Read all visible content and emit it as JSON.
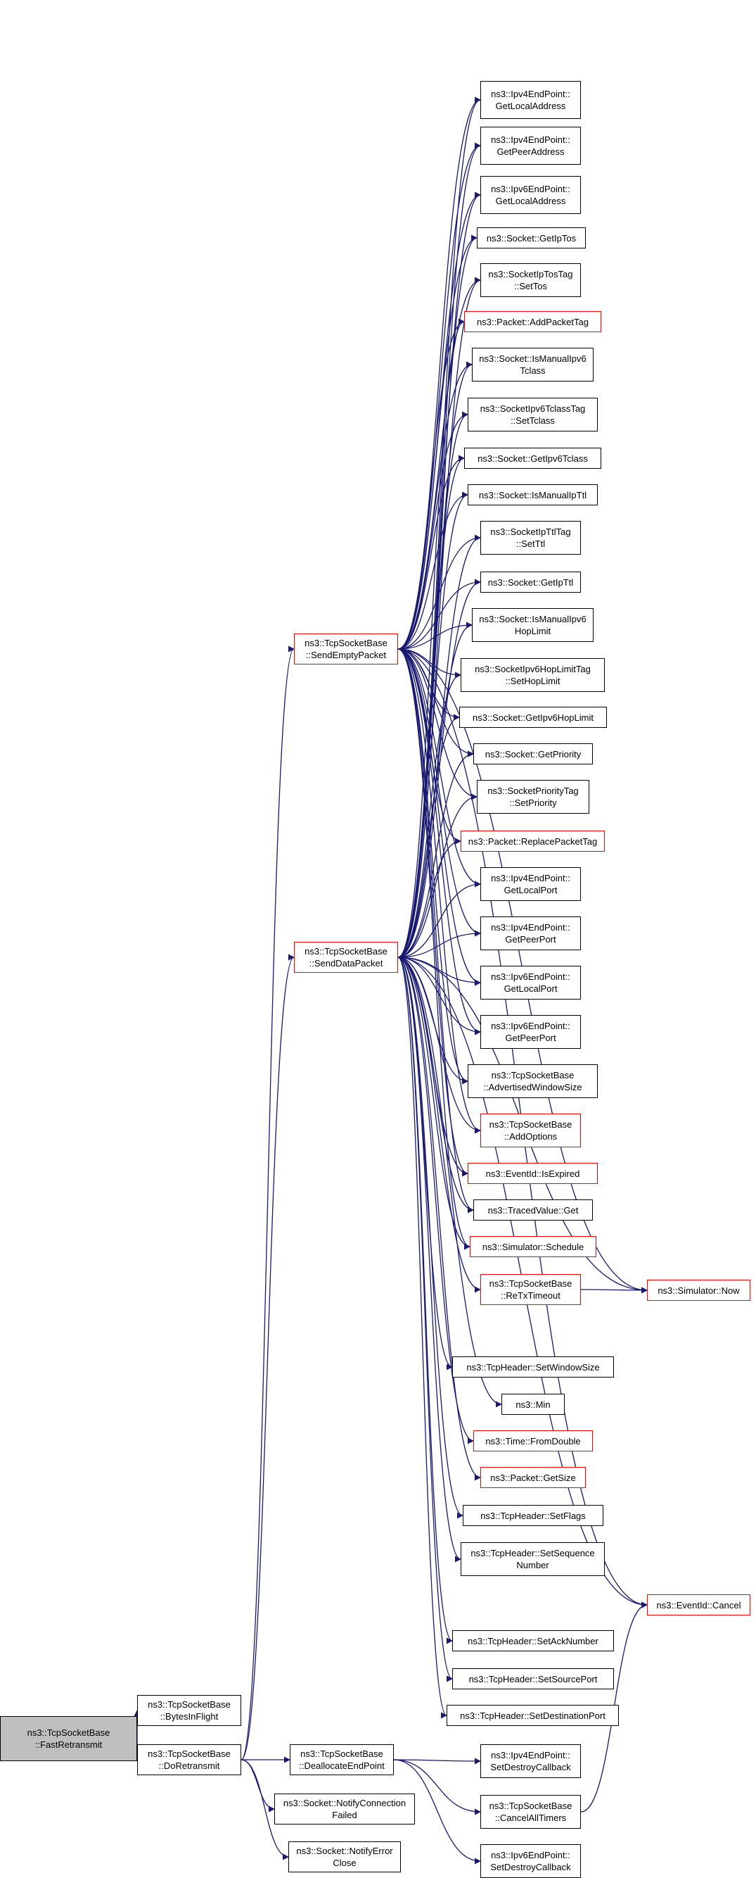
{
  "graph": {
    "edge_color": "#191970",
    "nodes": [
      {
        "id": "fastretx",
        "lines": [
          "ns3::TcpSocketBase",
          "::FastRetransmit"
        ],
        "style": "root"
      },
      {
        "id": "bytesinflight",
        "lines": [
          "ns3::TcpSocketBase",
          "::BytesInFlight"
        ],
        "style": "normal"
      },
      {
        "id": "doretx",
        "lines": [
          "ns3::TcpSocketBase",
          "::DoRetransmit"
        ],
        "style": "normal"
      },
      {
        "id": "sendempty",
        "lines": [
          "ns3::TcpSocketBase",
          "::SendEmptyPacket"
        ],
        "style": "red"
      },
      {
        "id": "senddata",
        "lines": [
          "ns3::TcpSocketBase",
          "::SendDataPacket"
        ],
        "style": "red"
      },
      {
        "id": "dealloc",
        "lines": [
          "ns3::TcpSocketBase",
          "::DeallocateEndPoint"
        ],
        "style": "normal"
      },
      {
        "id": "notifyconnfail",
        "lines": [
          "ns3::Socket::NotifyConnection",
          "Failed"
        ],
        "style": "normal"
      },
      {
        "id": "notifyerr",
        "lines": [
          "ns3::Socket::NotifyError",
          "Close"
        ],
        "style": "normal"
      },
      {
        "id": "ipv4localaddr",
        "lines": [
          "ns3::Ipv4EndPoint::",
          "GetLocalAddress"
        ],
        "style": "normal"
      },
      {
        "id": "ipv4peeraddr",
        "lines": [
          "ns3::Ipv4EndPoint::",
          "GetPeerAddress"
        ],
        "style": "normal"
      },
      {
        "id": "ipv6localaddr",
        "lines": [
          "ns3::Ipv6EndPoint::",
          "GetLocalAddress"
        ],
        "style": "normal"
      },
      {
        "id": "getiptos",
        "lines": [
          "ns3::Socket::GetIpTos"
        ],
        "style": "normal"
      },
      {
        "id": "settos",
        "lines": [
          "ns3::SocketIpTosTag",
          "::SetTos"
        ],
        "style": "normal"
      },
      {
        "id": "addpackettag",
        "lines": [
          "ns3::Packet::AddPacketTag"
        ],
        "style": "red"
      },
      {
        "id": "ismanualv6tclass",
        "lines": [
          "ns3::Socket::IsManualIpv6",
          "Tclass"
        ],
        "style": "normal"
      },
      {
        "id": "settclass",
        "lines": [
          "ns3::SocketIpv6TclassTag",
          "::SetTclass"
        ],
        "style": "normal"
      },
      {
        "id": "getv6tclass",
        "lines": [
          "ns3::Socket::GetIpv6Tclass"
        ],
        "style": "normal"
      },
      {
        "id": "ismanualipttl",
        "lines": [
          "ns3::Socket::IsManualIpTtl"
        ],
        "style": "normal"
      },
      {
        "id": "setttl",
        "lines": [
          "ns3::SocketIpTtlTag",
          "::SetTtl"
        ],
        "style": "normal"
      },
      {
        "id": "getipttl",
        "lines": [
          "ns3::Socket::GetIpTtl"
        ],
        "style": "normal"
      },
      {
        "id": "ismanualv6hop",
        "lines": [
          "ns3::Socket::IsManualIpv6",
          "HopLimit"
        ],
        "style": "normal"
      },
      {
        "id": "sethoplimit",
        "lines": [
          "ns3::SocketIpv6HopLimitTag",
          "::SetHopLimit"
        ],
        "style": "normal"
      },
      {
        "id": "getv6hop",
        "lines": [
          "ns3::Socket::GetIpv6HopLimit"
        ],
        "style": "normal"
      },
      {
        "id": "getpriority",
        "lines": [
          "ns3::Socket::GetPriority"
        ],
        "style": "normal"
      },
      {
        "id": "setpriority",
        "lines": [
          "ns3::SocketPriorityTag",
          "::SetPriority"
        ],
        "style": "normal"
      },
      {
        "id": "replacepackettag",
        "lines": [
          "ns3::Packet::ReplacePacketTag"
        ],
        "style": "red"
      },
      {
        "id": "ipv4localport",
        "lines": [
          "ns3::Ipv4EndPoint::",
          "GetLocalPort"
        ],
        "style": "normal"
      },
      {
        "id": "ipv4peerport",
        "lines": [
          "ns3::Ipv4EndPoint::",
          "GetPeerPort"
        ],
        "style": "normal"
      },
      {
        "id": "ipv6localport",
        "lines": [
          "ns3::Ipv6EndPoint::",
          "GetLocalPort"
        ],
        "style": "normal"
      },
      {
        "id": "ipv6peerport",
        "lines": [
          "ns3::Ipv6EndPoint::",
          "GetPeerPort"
        ],
        "style": "normal"
      },
      {
        "id": "advwin",
        "lines": [
          "ns3::TcpSocketBase",
          "::AdvertisedWindowSize"
        ],
        "style": "normal"
      },
      {
        "id": "addoptions",
        "lines": [
          "ns3::TcpSocketBase",
          "::AddOptions"
        ],
        "style": "red"
      },
      {
        "id": "isexpired",
        "lines": [
          "ns3::EventId::IsExpired"
        ],
        "style": "red"
      },
      {
        "id": "tracedget",
        "lines": [
          "ns3::TracedValue::Get"
        ],
        "style": "normal"
      },
      {
        "id": "schedule",
        "lines": [
          "ns3::Simulator::Schedule"
        ],
        "style": "red"
      },
      {
        "id": "rtxtimeout",
        "lines": [
          "ns3::TcpSocketBase",
          "::ReTxTimeout"
        ],
        "style": "red"
      },
      {
        "id": "now",
        "lines": [
          "ns3::Simulator::Now"
        ],
        "style": "red"
      },
      {
        "id": "setwindowsize",
        "lines": [
          "ns3::TcpHeader::SetWindowSize"
        ],
        "style": "normal"
      },
      {
        "id": "min",
        "lines": [
          "ns3::Min"
        ],
        "style": "normal"
      },
      {
        "id": "fromdouble",
        "lines": [
          "ns3::Time::FromDouble"
        ],
        "style": "red"
      },
      {
        "id": "getsize",
        "lines": [
          "ns3::Packet::GetSize"
        ],
        "style": "red"
      },
      {
        "id": "setflags",
        "lines": [
          "ns3::TcpHeader::SetFlags"
        ],
        "style": "normal"
      },
      {
        "id": "setseq",
        "lines": [
          "ns3::TcpHeader::SetSequence",
          "Number"
        ],
        "style": "normal"
      },
      {
        "id": "cancel",
        "lines": [
          "ns3::EventId::Cancel"
        ],
        "style": "red"
      },
      {
        "id": "setack",
        "lines": [
          "ns3::TcpHeader::SetAckNumber"
        ],
        "style": "normal"
      },
      {
        "id": "setsrcport",
        "lines": [
          "ns3::TcpHeader::SetSourcePort"
        ],
        "style": "normal"
      },
      {
        "id": "setdstport",
        "lines": [
          "ns3::TcpHeader::SetDestinationPort"
        ],
        "style": "normal"
      },
      {
        "id": "ipv4setdestroy",
        "lines": [
          "ns3::Ipv4EndPoint::",
          "SetDestroyCallback"
        ],
        "style": "normal"
      },
      {
        "id": "cancelalltimers",
        "lines": [
          "ns3::TcpSocketBase",
          "::CancelAllTimers"
        ],
        "style": "normal"
      },
      {
        "id": "ipv6setdestroy",
        "lines": [
          "ns3::Ipv6EndPoint::",
          "SetDestroyCallback"
        ],
        "style": "normal"
      }
    ]
  }
}
